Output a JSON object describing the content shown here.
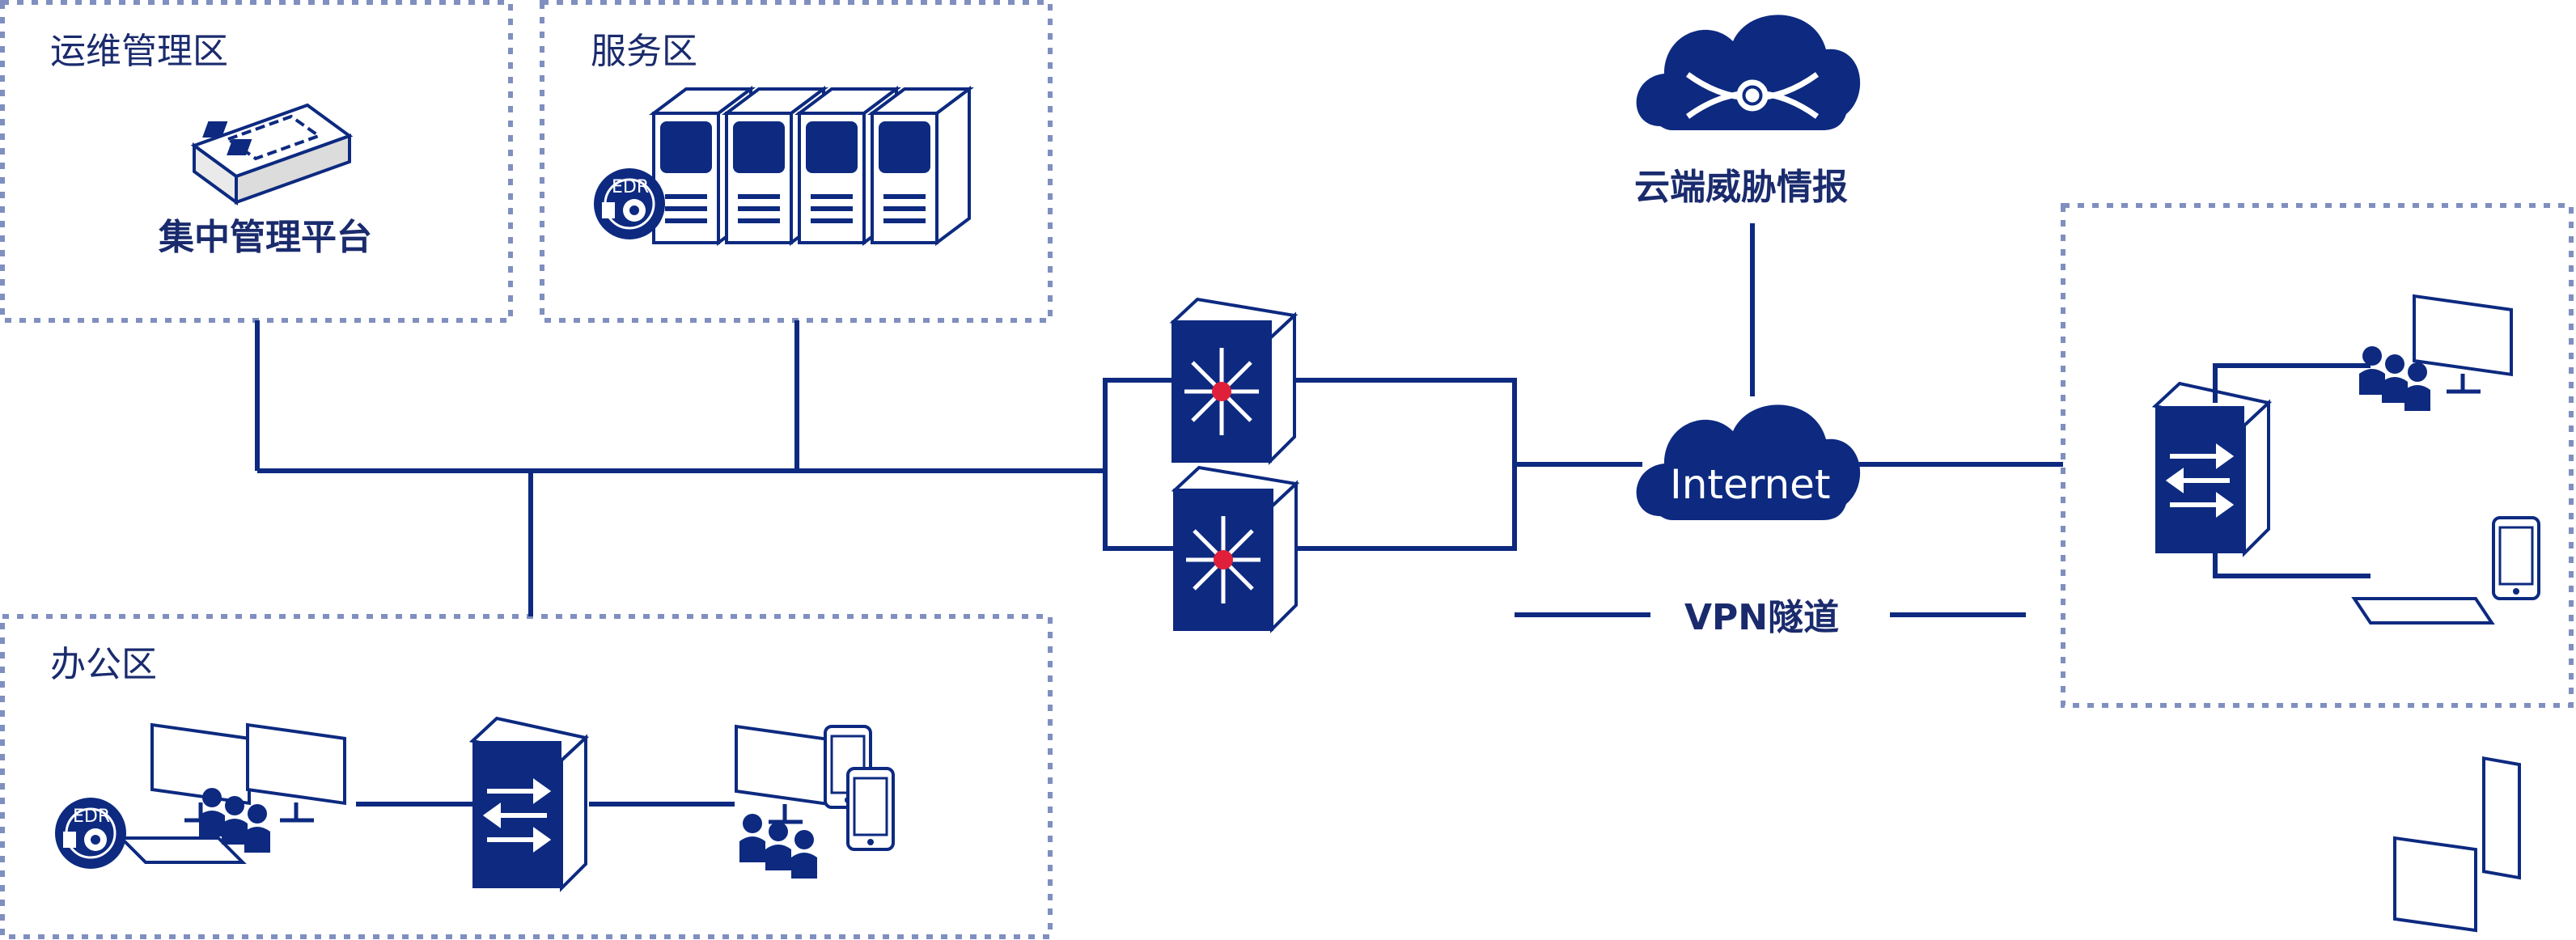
{
  "zones": {
    "ops": {
      "label": "运维管理区",
      "device_caption": "集中管理平台"
    },
    "service": {
      "label": "服务区"
    },
    "office": {
      "label": "办公区"
    }
  },
  "cloud_intel": {
    "caption": "云端威胁情报"
  },
  "internet": {
    "label": "Internet"
  },
  "vpn": {
    "label": "VPN隧道"
  },
  "badges": {
    "edr_service": "EDR",
    "edr_office": "EDR"
  },
  "colors": {
    "primary": "#0d2a80",
    "zone_border": "#7f8fbf",
    "hub_red": "#e0203a"
  }
}
